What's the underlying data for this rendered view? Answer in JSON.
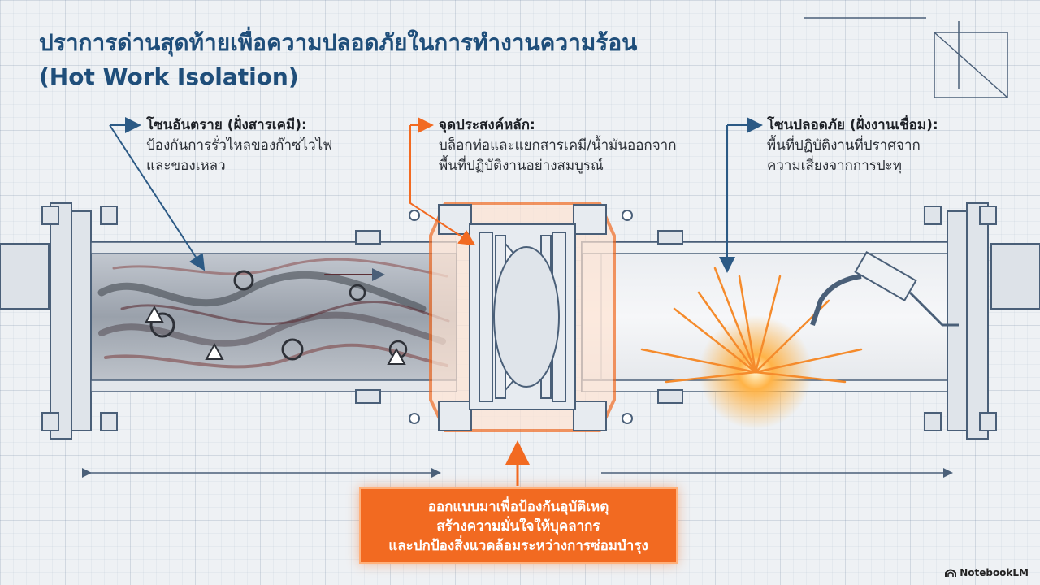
{
  "title": {
    "line1": "ปราการด่านสุดท้ายเพื่อความปลอดภัยในการทำงานความร้อน",
    "line2": "(Hot Work Isolation)"
  },
  "callouts": {
    "hazard": {
      "heading": "โซนอันตราย (ฝั่งสารเคมี):",
      "line1": "ป้องกันการรั่วไหลของก๊าซไวไฟ",
      "line2": "และของเหลว"
    },
    "main": {
      "heading": "จุดประสงค์หลัก:",
      "line1": "บล็อกท่อและแยกสารเคมี/น้ำมันออกจาก",
      "line2": "พื้นที่ปฏิบัติงานอย่างสมบูรณ์"
    },
    "safe": {
      "heading": "โซนปลอดภัย (ฝั่งงานเชื่อม):",
      "line1": "พื้นที่ปฏิบัติงานที่ปราศจาก",
      "line2": "ความเสี่ยงจากการปะทุ"
    }
  },
  "bottom_box": {
    "line1": "ออกแบบมาเพื่อป้องกันอุบัติเหตุ",
    "line2": "สร้างความมั่นใจให้บุคลากร",
    "line3": "และปกป้องสิ่งแวดล้อมระหว่างการซ่อมบำรุง"
  },
  "brand": {
    "name": "NotebookLM"
  },
  "colors": {
    "title": "#1f4e7a",
    "accent": "#f26a21",
    "line": "#4a5f78",
    "callout_arrow": "#2c5a85"
  }
}
